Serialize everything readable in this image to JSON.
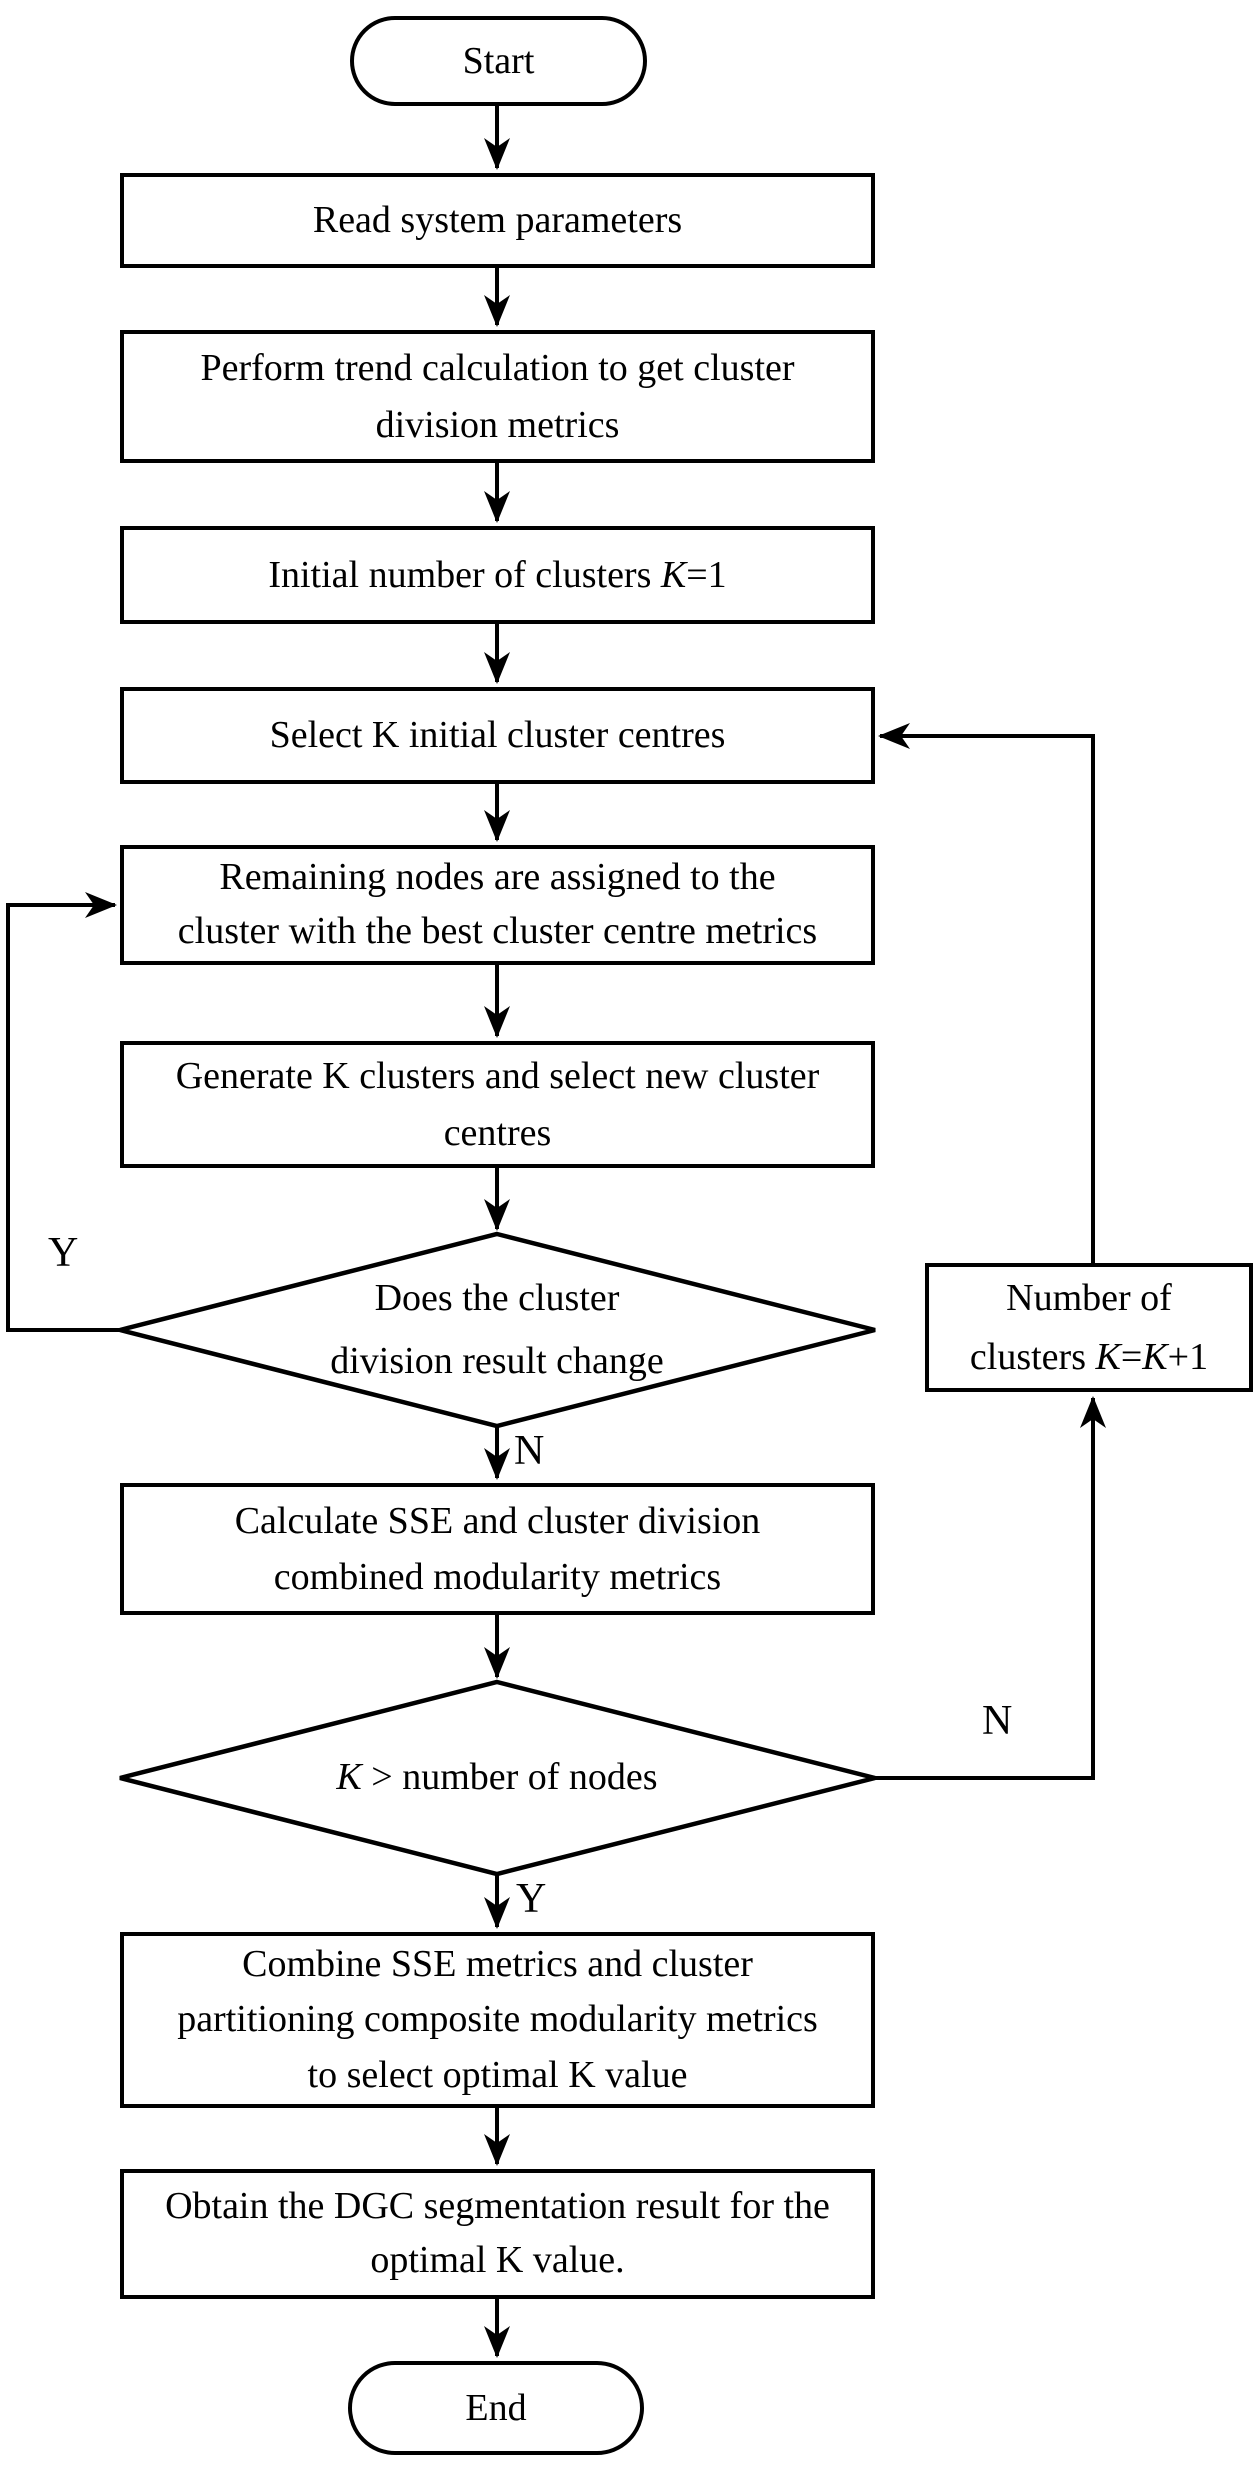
{
  "flowchart": {
    "nodes": {
      "start": {
        "label": "Start"
      },
      "read": {
        "label": "Read system parameters"
      },
      "trend": {
        "lines": [
          "Perform trend calculation to get cluster",
          "division metrics"
        ]
      },
      "initk": {
        "pre": "Initial number of clusters ",
        "k": "K",
        "post": "=1"
      },
      "select": {
        "label": "Select K initial cluster centres"
      },
      "assign": {
        "lines": [
          "Remaining nodes are assigned to the",
          "cluster with the best cluster centre metrics"
        ]
      },
      "generate": {
        "lines": [
          "Generate K clusters and select new cluster",
          "centres"
        ]
      },
      "change": {
        "lines": [
          "Does the cluster",
          "division result change"
        ]
      },
      "increment": {
        "line1": "Number of",
        "pre": "clusters ",
        "k1": "K",
        "eq": "=",
        "k2": "K",
        "post": "+1"
      },
      "sse": {
        "lines": [
          "Calculate SSE and cluster division",
          "combined modularity metrics"
        ]
      },
      "kcheck": {
        "k": "K",
        "post": " > number of nodes"
      },
      "combine": {
        "lines": [
          "Combine SSE metrics and cluster",
          "partitioning composite modularity metrics",
          "to select optimal K value"
        ]
      },
      "obtain": {
        "lines": [
          "Obtain the DGC segmentation result for the",
          "optimal K value."
        ]
      },
      "end": {
        "label": "End"
      }
    },
    "branches": {
      "change_yes": "Y",
      "change_no": "N",
      "kcheck_no": "N",
      "kcheck_yes": "Y"
    },
    "colors": {
      "stroke": "#000000",
      "fill": "#ffffff",
      "text": "#000000"
    }
  }
}
